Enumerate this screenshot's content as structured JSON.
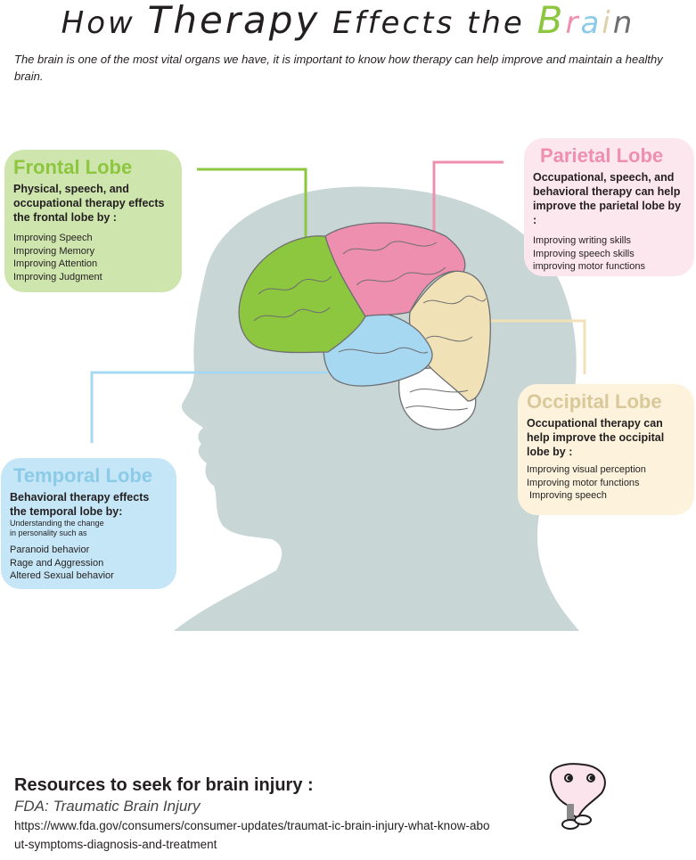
{
  "title": {
    "how": "How",
    "therapy": "Therapy",
    "effects": "Effects",
    "the": "the",
    "brain_letters": [
      "B",
      "r",
      "a",
      "i",
      "n"
    ],
    "brain_colors": [
      "#8dc63f",
      "#8dc63f",
      "#ef8fb0",
      "#8ccbe8",
      "#e0d0a8",
      "#6d6e71"
    ]
  },
  "intro": "The brain is one of the most vital organs we have, it is important to know how therapy can help improve and maintain a healthy brain.",
  "lobes": {
    "frontal": {
      "title": "Frontal Lobe",
      "lead": "Physical, speech, and occupational therapy effects the frontal lobe by :",
      "items": [
        "Improving Speech",
        "Improving Memory",
        "Improving Attention",
        "Improving Judgment"
      ],
      "color": "#8dc63f"
    },
    "parietal": {
      "title": "Parietal Lobe",
      "lead": "Occupational, speech, and behavioral therapy can help improve the parietal lobe by :",
      "items": [
        "Improving writing skills",
        "Improving speech skills",
        "improving motor functions"
      ],
      "color": "#ef8fb0"
    },
    "occipital": {
      "title": "Occipital Lobe",
      "lead": "Occupational therapy can help improve the occipital lobe by :",
      "items": [
        "Improving visual perception",
        "Improving motor functions",
        "Improving speech"
      ],
      "color": "#f0e2b6"
    },
    "temporal": {
      "title": "Temporal Lobe",
      "lead": "Behavioral therapy effects the temporal lobe by:",
      "note": "Understanding the change in personality such as",
      "items": [
        "Paranoid behavior",
        "Rage and Aggression",
        "Altered Sexual behavior"
      ],
      "color": "#a6d8f2"
    }
  },
  "resources": {
    "title": "Resources to seek for brain injury :",
    "source": "FDA: Traumatic Brain Injury",
    "url": "https://www.fda.gov/consumers/consumer-updates/traumat-ic-brain-injury-what-know-about-symptoms-diagnosis-and-treatment"
  }
}
